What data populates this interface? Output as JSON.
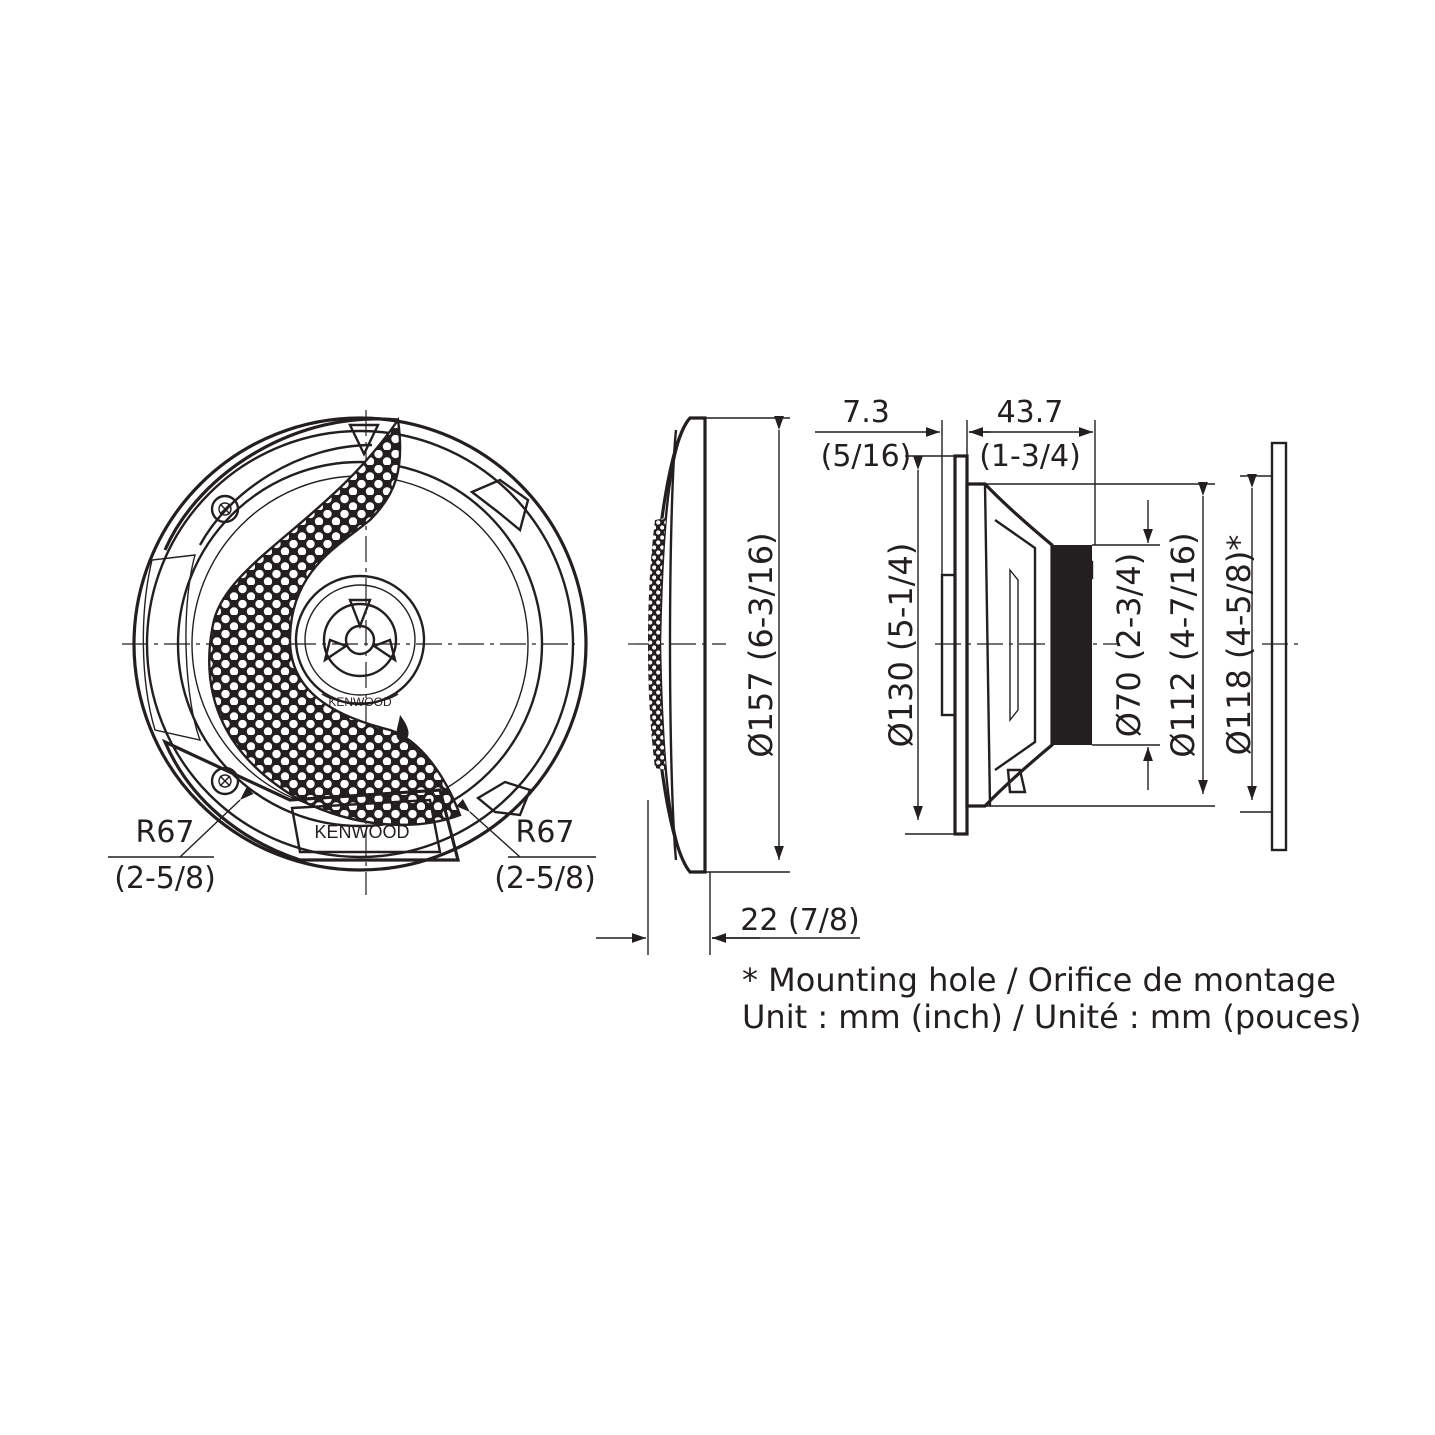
{
  "diagram": {
    "front_view": {
      "brand_grille": "KENWOOD",
      "brand_tweeter": "KENWOOD",
      "radius_left": {
        "mm": "R67",
        "inch": "(2-5/8)"
      },
      "radius_right": {
        "mm": "R67",
        "inch": "(2-5/8)"
      }
    },
    "side_view": {
      "overall_diameter": "Ø157 (6-3/16)",
      "depth": "22 (7/8)"
    },
    "profile_view": {
      "flange_mm": "7.3",
      "flange_inch": "(5/16)",
      "mount_depth_mm": "43.7",
      "mount_depth_inch": "(1-3/4)",
      "basket_diameter": "Ø130 (5-1/4)",
      "magnet_diameter": "Ø70 (2-3/4)",
      "frame_diameter": "Ø112 (4-7/16)",
      "mounting_hole": "Ø118 (4-5/8)*"
    },
    "notes": {
      "line1": "* Mounting hole / Orifice de montage",
      "line2": "Unit : mm (inch) / Unité : mm (pouces)"
    }
  },
  "colors": {
    "ink": "#231f20",
    "background": "#ffffff",
    "wall": "#bdbdbd"
  }
}
